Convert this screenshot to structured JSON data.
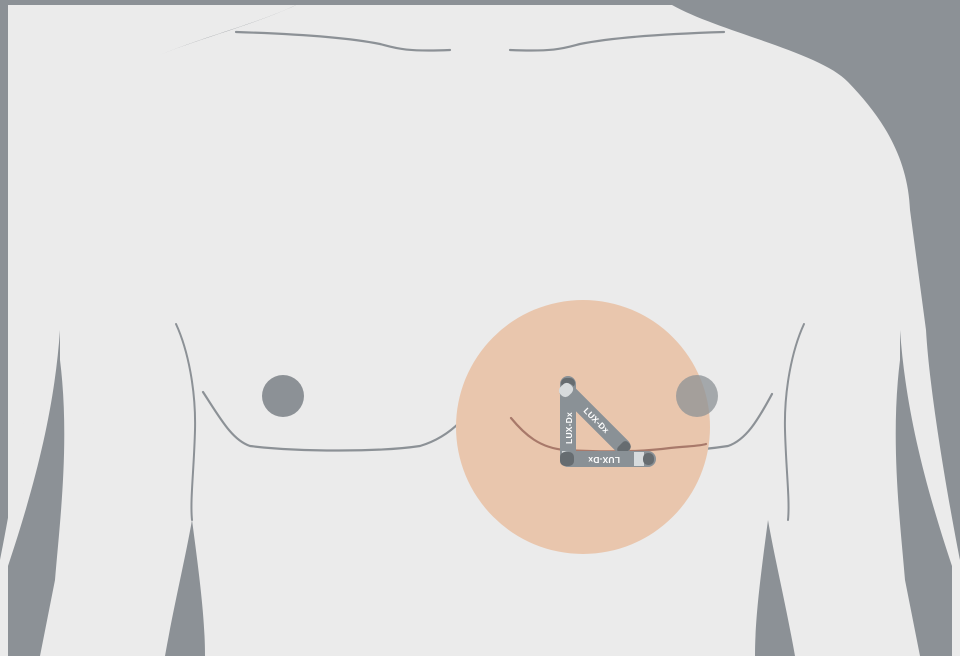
{
  "colors": {
    "background": "#8c9196",
    "torso": "#ebebeb",
    "outline": "#8c9196",
    "nipple": "#8c9196",
    "placement_zone": "#e9c6ad",
    "device_body": "#8a9196",
    "device_dark": "#666c70",
    "device_tip": "#d7dbdd",
    "label_text": "#ffffff"
  },
  "devices": [
    {
      "label": "LUX-Dx"
    },
    {
      "label": "LUX-Dx"
    },
    {
      "label": "LUX-Dx"
    }
  ]
}
